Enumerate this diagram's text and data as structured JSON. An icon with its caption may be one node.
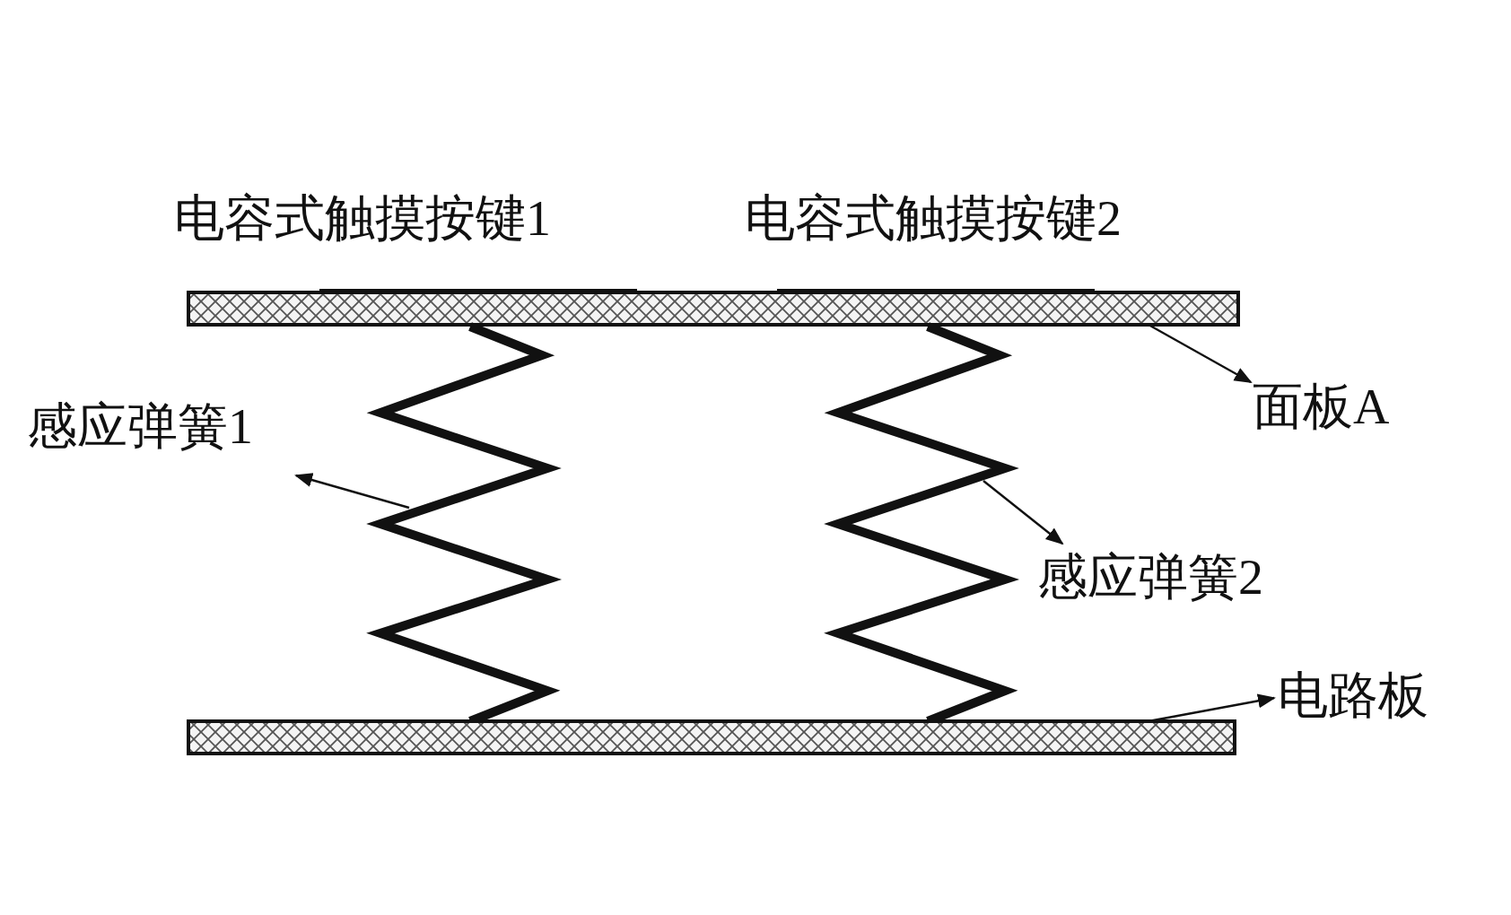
{
  "diagram": {
    "nodes": [
      {
        "text": [],
        "shape": "bar"
      },
      {
        "text": [],
        "shape": "spring"
      },
      {
        "text": [],
        "shape": "spring"
      },
      {
        "text": [],
        "shape": "bar"
      },
      {
        "text": [
          "面板A"
        ]
      },
      {
        "text": [
          "感应弹簧1"
        ]
      },
      {
        "text": [
          "感应弹簧2"
        ]
      },
      {
        "text": [
          "电路板"
        ]
      }
    ],
    "edges": [
      {
        "from": 0,
        "to": 4,
        "arrow": "to"
      },
      {
        "from": 1,
        "to": 5,
        "arrow": "to"
      },
      {
        "from": 2,
        "to": 6,
        "arrow": "to"
      },
      {
        "from": 3,
        "to": 7,
        "arrow": "to"
      }
    ],
    "labels": [
      "电容式触摸按键1",
      "电容式触摸按键2"
    ]
  }
}
